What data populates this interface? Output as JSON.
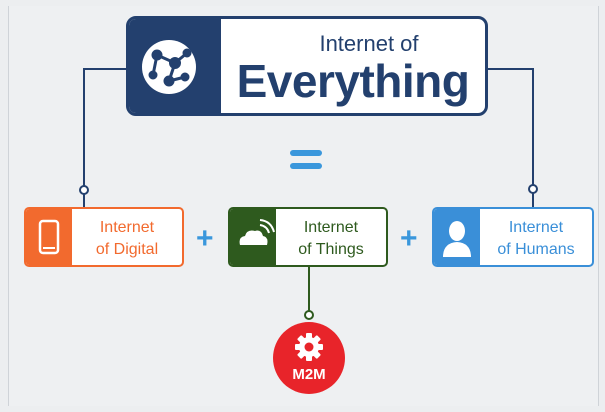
{
  "title": {
    "line1": "Internet of",
    "line2": "Everything"
  },
  "equals_sign": "=",
  "nodes": [
    {
      "id": "digital",
      "label_line1": "Internet",
      "label_line2": "of Digital",
      "icon": "smartphone-icon",
      "color": "#f26a2e"
    },
    {
      "id": "things",
      "label_line1": "Internet",
      "label_line2": "of Things",
      "icon": "wireless-cloud-icon",
      "color": "#2e5a1e"
    },
    {
      "id": "humans",
      "label_line1": "Internet",
      "label_line2": "of Humans",
      "icon": "person-icon",
      "color": "#3a8fd8"
    }
  ],
  "operators": [
    "+",
    "+"
  ],
  "m2m": {
    "label": "M2M",
    "icon": "gear-icon",
    "color": "#e8242a"
  },
  "colors": {
    "title": "#23406e",
    "accent": "#3a97dc",
    "connector": "#23406e"
  }
}
